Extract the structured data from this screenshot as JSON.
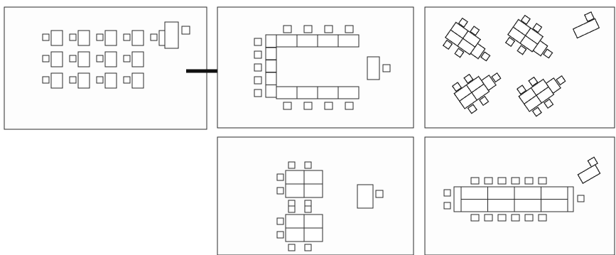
{
  "figure": {
    "panels": [
      {
        "id": "rows",
        "layout": "rows-of-desks",
        "row_count": 3
      },
      {
        "id": "u-shape",
        "layout": "u-shape"
      },
      {
        "id": "angled-clusters",
        "layout": "angled-clusters",
        "cluster_count": 4
      },
      {
        "id": "two-clusters",
        "layout": "two-clusters",
        "cluster_count": 2
      },
      {
        "id": "boardroom",
        "layout": "boardroom"
      }
    ],
    "transition": "arrow-from-rows-to-u-shape"
  },
  "colors": {
    "background": "#ffffff",
    "panel_fill": "#fdfdfd",
    "stroke": "#2a2a2a",
    "arrow": "#111111"
  }
}
